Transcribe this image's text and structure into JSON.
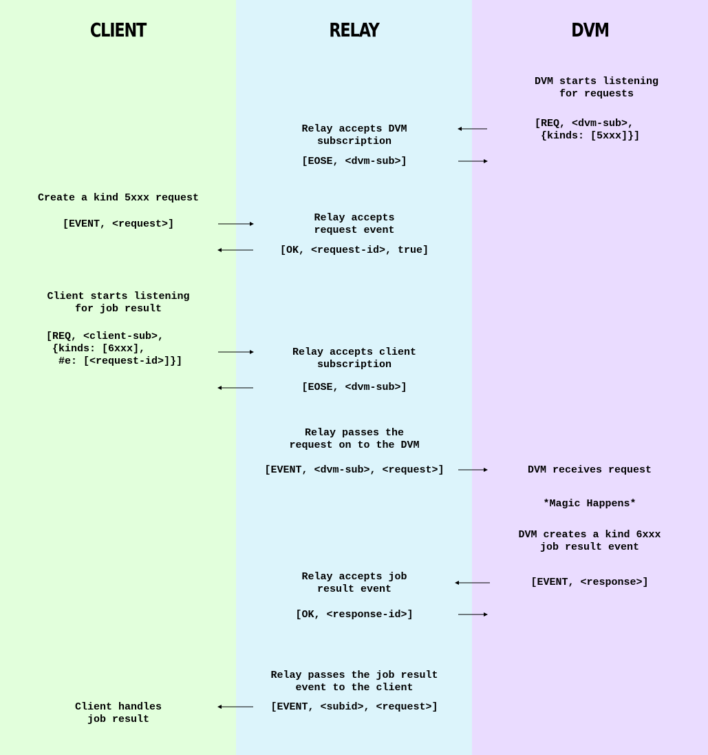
{
  "colors": {
    "client_bg": "#e2ffdc",
    "relay_bg": "#dcf4fb",
    "dvm_bg": "#eadcff",
    "arrow": "#000000"
  },
  "columns": {
    "client": "CLIENT",
    "relay": "RELAY",
    "dvm": "DVM"
  },
  "steps": {
    "dvm_listen": "DVM starts listening\nfor requests",
    "dvm_req": "[REQ, <dvm-sub>,\n {kinds: [5xxx]}]",
    "relay_accept_dvm": "Relay accepts DVM\nsubscription",
    "relay_eose_dvm": "[EOSE, <dvm-sub>]",
    "client_create": "Create a kind 5xxx request",
    "client_event": "[EVENT, <request>]",
    "relay_accept_request": "Relay accepts\nrequest event",
    "relay_ok_request": "[OK, <request-id>, true]",
    "client_listen": "Client starts listening\nfor job result",
    "client_req": "[REQ, <client-sub>,\n {kinds: [6xxx],\n  #e: [<request-id>]}]",
    "relay_accept_client": "Relay accepts client\nsubscription",
    "relay_eose_client": "[EOSE, <dvm-sub>]",
    "relay_pass": "Relay passes the\nrequest on to the DVM",
    "relay_event_dvm": "[EVENT, <dvm-sub>, <request>]",
    "dvm_receives": "DVM receives request",
    "dvm_magic": "*Magic Happens*",
    "dvm_creates": "DVM creates a kind 6xxx\njob result event",
    "dvm_response": "[EVENT, <response>]",
    "relay_accept_result": "Relay accepts job\nresult event",
    "relay_ok_response": "[OK, <response-id>]",
    "relay_pass_result": "Relay passes the job result\nevent to the client",
    "relay_event_client": "[EVENT, <subid>, <request>]",
    "client_handles": "Client handles\njob result"
  }
}
